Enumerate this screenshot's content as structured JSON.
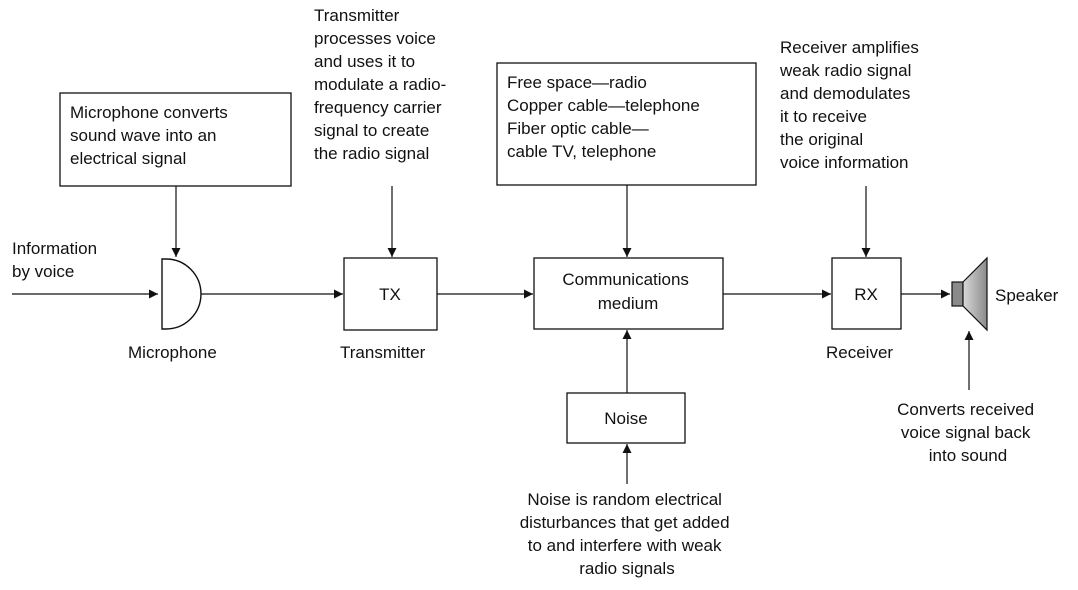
{
  "notes": {
    "microphone_note": [
      "Microphone converts",
      "sound wave into an",
      "electrical signal"
    ],
    "transmitter_note": [
      "Transmitter",
      "processes voice",
      "and uses it to",
      "modulate a radio-",
      "frequency carrier",
      "signal to create",
      "the radio signal"
    ],
    "medium_note": [
      "Free space—radio",
      "Copper cable—telephone",
      "Fiber optic cable—",
      "cable TV, telephone"
    ],
    "receiver_note": [
      "Receiver amplifies",
      "weak radio signal",
      "and demodulates",
      "it to receive",
      "the original",
      "voice information"
    ],
    "noise_note": [
      "Noise is random electrical",
      "disturbances that get added",
      "to and interfere with weak",
      "radio signals"
    ],
    "speaker_note": [
      "Converts received",
      "voice signal back",
      "into sound"
    ]
  },
  "input_label": [
    "Information",
    "by voice"
  ],
  "blocks": {
    "tx": "TX",
    "medium": [
      "Communications",
      "medium"
    ],
    "rx": "RX",
    "noise": "Noise"
  },
  "captions": {
    "microphone": "Microphone",
    "transmitter": "Transmitter",
    "receiver": "Receiver",
    "speaker": "Speaker"
  },
  "colors": {
    "line": "#111111",
    "speaker_light": "#d9d9d9",
    "speaker_dark": "#8a8a8a"
  }
}
